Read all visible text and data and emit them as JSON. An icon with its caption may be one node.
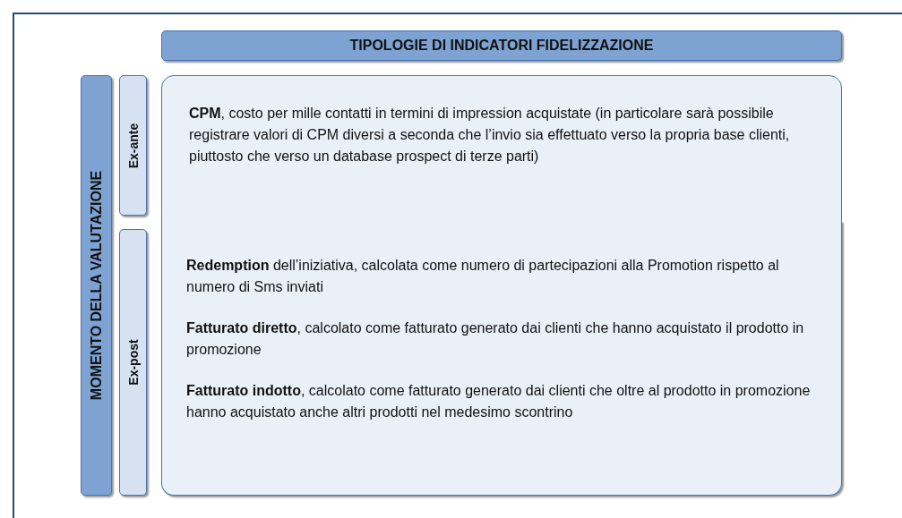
{
  "diagram": {
    "nodes": [
      {
        "text": [
          "TIPOLOGIE DI INDICATORI FIDELIZZAZIONE"
        ]
      },
      {
        "text": [
          "MOMENTO DELLA VALUTAZIONE"
        ]
      },
      {
        "text": [
          "Ex-ante"
        ]
      },
      {
        "text": [
          "Ex-post"
        ]
      },
      {
        "text": [
          "**CPM**, costo per mille contatti in termini di impression acquistate (in particolare sarà possibile registrare valori di CPM diversi a seconda che l’invio sia effettuato verso la propria base clienti, piuttosto che verso un database prospect di terze parti)"
        ]
      },
      {
        "text": [
          "**Redemption** dell’iniziativa, calcolata come numero di partecipazioni alla Promotion rispetto al numero di Sms inviati",
          "**Fatturato diretto**, calcolato come fatturato generato dai clienti che hanno acquistato il prodotto in promozione",
          "**Fatturato indotto**, calcolato come fatturato generato dai clienti che oltre al prodotto in promozione hanno acquistato anche altri prodotti nel medesimo scontrino"
        ]
      }
    ],
    "edges": []
  }
}
